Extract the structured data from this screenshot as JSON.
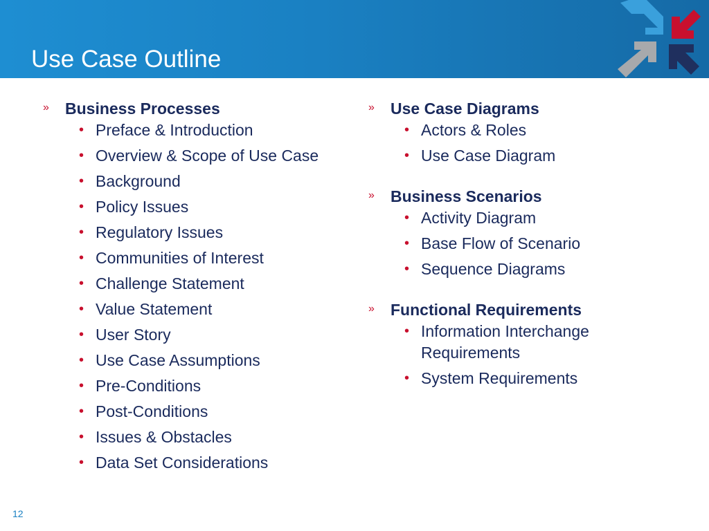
{
  "slide": {
    "title": "Use Case Outline",
    "page_number": "12"
  },
  "colors": {
    "header_blue": "#1a80c2",
    "text_navy": "#1a2a5c",
    "bullet_red": "#c8102e",
    "logo_light_blue": "#3aa0dc",
    "logo_red": "#c8102e",
    "logo_gray": "#a7a9ac",
    "logo_navy": "#1f2f5e"
  },
  "icons": {
    "logo": "four-arrows-logo",
    "section_bullet": "raquo",
    "item_bullet": "red-dot"
  },
  "bullets": {
    "section": "»",
    "item": "•"
  },
  "left": {
    "sections": [
      {
        "title": "Business Processes",
        "items": [
          "Preface & Introduction",
          "Overview & Scope of Use Case",
          "Background",
          "Policy Issues",
          "Regulatory Issues",
          "Communities of Interest",
          "Challenge Statement",
          "Value Statement",
          "User Story",
          "Use Case Assumptions",
          "Pre-Conditions",
          "Post-Conditions",
          "Issues & Obstacles",
          "Data Set Considerations"
        ]
      }
    ]
  },
  "right": {
    "sections": [
      {
        "title": "Use Case Diagrams",
        "items": [
          "Actors & Roles",
          "Use Case Diagram"
        ]
      },
      {
        "title": "Business Scenarios",
        "items": [
          "Activity Diagram",
          "Base Flow of Scenario",
          "Sequence Diagrams"
        ]
      },
      {
        "title": "Functional Requirements",
        "items": [
          "Information Interchange Requirements",
          "System Requirements"
        ]
      }
    ]
  }
}
